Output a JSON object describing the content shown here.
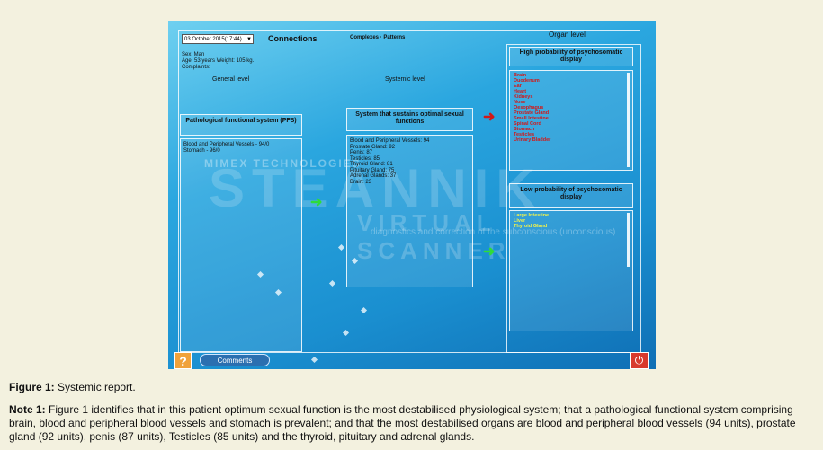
{
  "screen": {
    "date_select": "03 October 2015(17:44)",
    "header_connections": "Connections",
    "header_complexes": "Complexes · Patterns",
    "header_organ_level": "Organ level",
    "patient": {
      "sex": "Sex: Man",
      "age_weight": "Age: 53 years Weight: 105 kg.",
      "complaints": "Complaints:"
    },
    "general_level": "General level",
    "systemic_level": "Systemic level",
    "pfs": {
      "title": "Pathological functional system (PFS)",
      "items": [
        "Blood and Peripheral Vessels - 94/0",
        "Stomach - 96/0"
      ]
    },
    "optimal": {
      "title": "System that sustains optimal sexual functions",
      "items": [
        "Blood and Peripheral Vessels: 94",
        "Prostate Gland: 92",
        "Penis: 87",
        "Testicles: 85",
        "Thyroid Gland: 81",
        "Pituitary Gland: 75",
        "Adrenal Glands: 37",
        "Brain: 23"
      ]
    },
    "high_prob": {
      "title": "High probability of psychosomatic display",
      "items": [
        "Brain",
        "Duodenum",
        "Ear",
        "Heart",
        "Kidneys",
        "Nose",
        "Oesophagus",
        "Prostate Gland",
        "Small Intestine",
        "Spinal Cord",
        "Stomach",
        "Testicles",
        "Urinary Bladder"
      ]
    },
    "low_prob": {
      "title": "Low probability of psychosomatic display",
      "items": [
        "Large Intestine",
        "Liver",
        "Thyroid Gland"
      ]
    },
    "watermark": {
      "brand_small": "MIMEX TECHNOLOGIES",
      "brand_big": "STEANNIK",
      "brand_sub": "VIRTUAL SCANNER",
      "tagline": "diagnostics and correction of the subconscious (unconscious)"
    },
    "help_label": "?",
    "comments_label": "Comments",
    "power_label": "⏻",
    "colors": {
      "accent_red": "#d21818",
      "accent_yellow": "#f2f24a",
      "arrow_green": "#2edc3a"
    }
  },
  "caption": {
    "label": "Figure 1:",
    "text": "Systemic report."
  },
  "note": {
    "label": "Note 1:",
    "text": "Figure 1 identifies that in this patient optimum sexual function is the most destabilised physiological system; that a pathological functional system comprising brain, blood and peripheral blood vessels and stomach is prevalent; and that the most destabilised organs are blood and peripheral blood vessels (94 units), prostate gland (92 units), penis (87 units), Testicles (85 units) and the thyroid, pituitary and adrenal glands."
  }
}
